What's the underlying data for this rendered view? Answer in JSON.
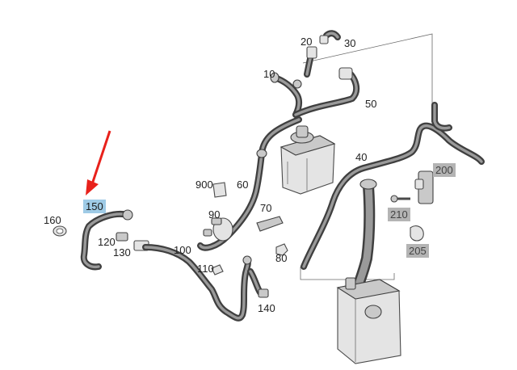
{
  "diagram": {
    "highlighted_part": "150",
    "accent_colors": {
      "arrow": "#e8211b",
      "highlight_box": "#9fcbe6",
      "boxed_label": "#b4b4b4"
    },
    "labels": {
      "p10": "10",
      "p20": "20",
      "p30": "30",
      "p40": "40",
      "p50": "50",
      "p60": "60",
      "p70": "70",
      "p80": "80",
      "p90": "90",
      "p100": "100",
      "p110": "110",
      "p120": "120",
      "p130": "130",
      "p140": "140",
      "p150": "150",
      "p160": "160",
      "p200": "200",
      "p205": "205",
      "p210": "210",
      "p900": "900"
    }
  }
}
